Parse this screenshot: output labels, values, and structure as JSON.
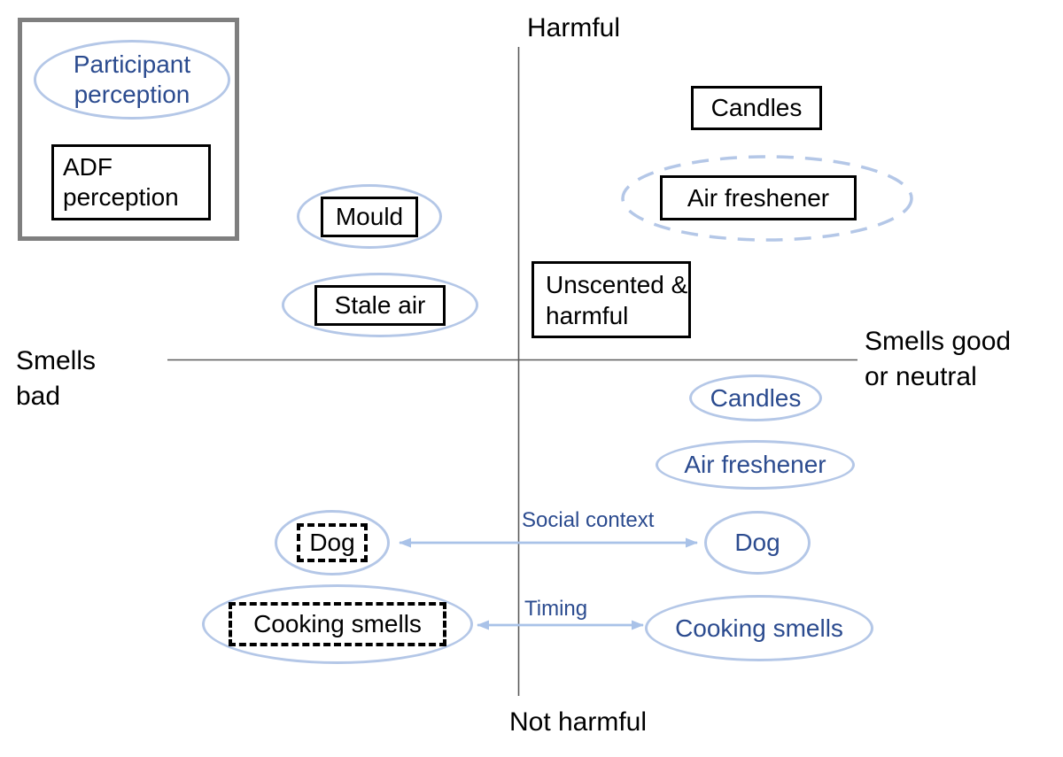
{
  "figure": {
    "axes": {
      "top": "Harmful",
      "bottom": "Not harmful",
      "left": "Smells bad",
      "right": "Smells good or neutral"
    },
    "legend": {
      "participant": "Participant perception",
      "adf": "ADF perception"
    },
    "nodes": {
      "top_left": {
        "mould": "Mould",
        "stale_air": "Stale air"
      },
      "top_right": {
        "candles": "Candles",
        "air_freshener": "Air freshener",
        "unscented_harmful": "Unscented & harmful"
      },
      "bottom_left": {
        "dog": "Dog",
        "cooking_smells": "Cooking smells"
      },
      "bottom_right": {
        "candles": "Candles",
        "air_freshener": "Air freshener",
        "dog": "Dog",
        "cooking_smells": "Cooking smells"
      }
    },
    "arrows": {
      "social_context": "Social context",
      "timing": "Timing"
    },
    "colors": {
      "participant_ellipse_stroke": "#b4c7e7",
      "participant_text_blue": "#2b4b8f",
      "adf_rect_stroke": "#000000",
      "arrow_blue": "#a9c2e8",
      "axis_line_gray": "#5a5a5a",
      "legend_border_gray": "#7f7f7f",
      "background": "#ffffff"
    }
  }
}
